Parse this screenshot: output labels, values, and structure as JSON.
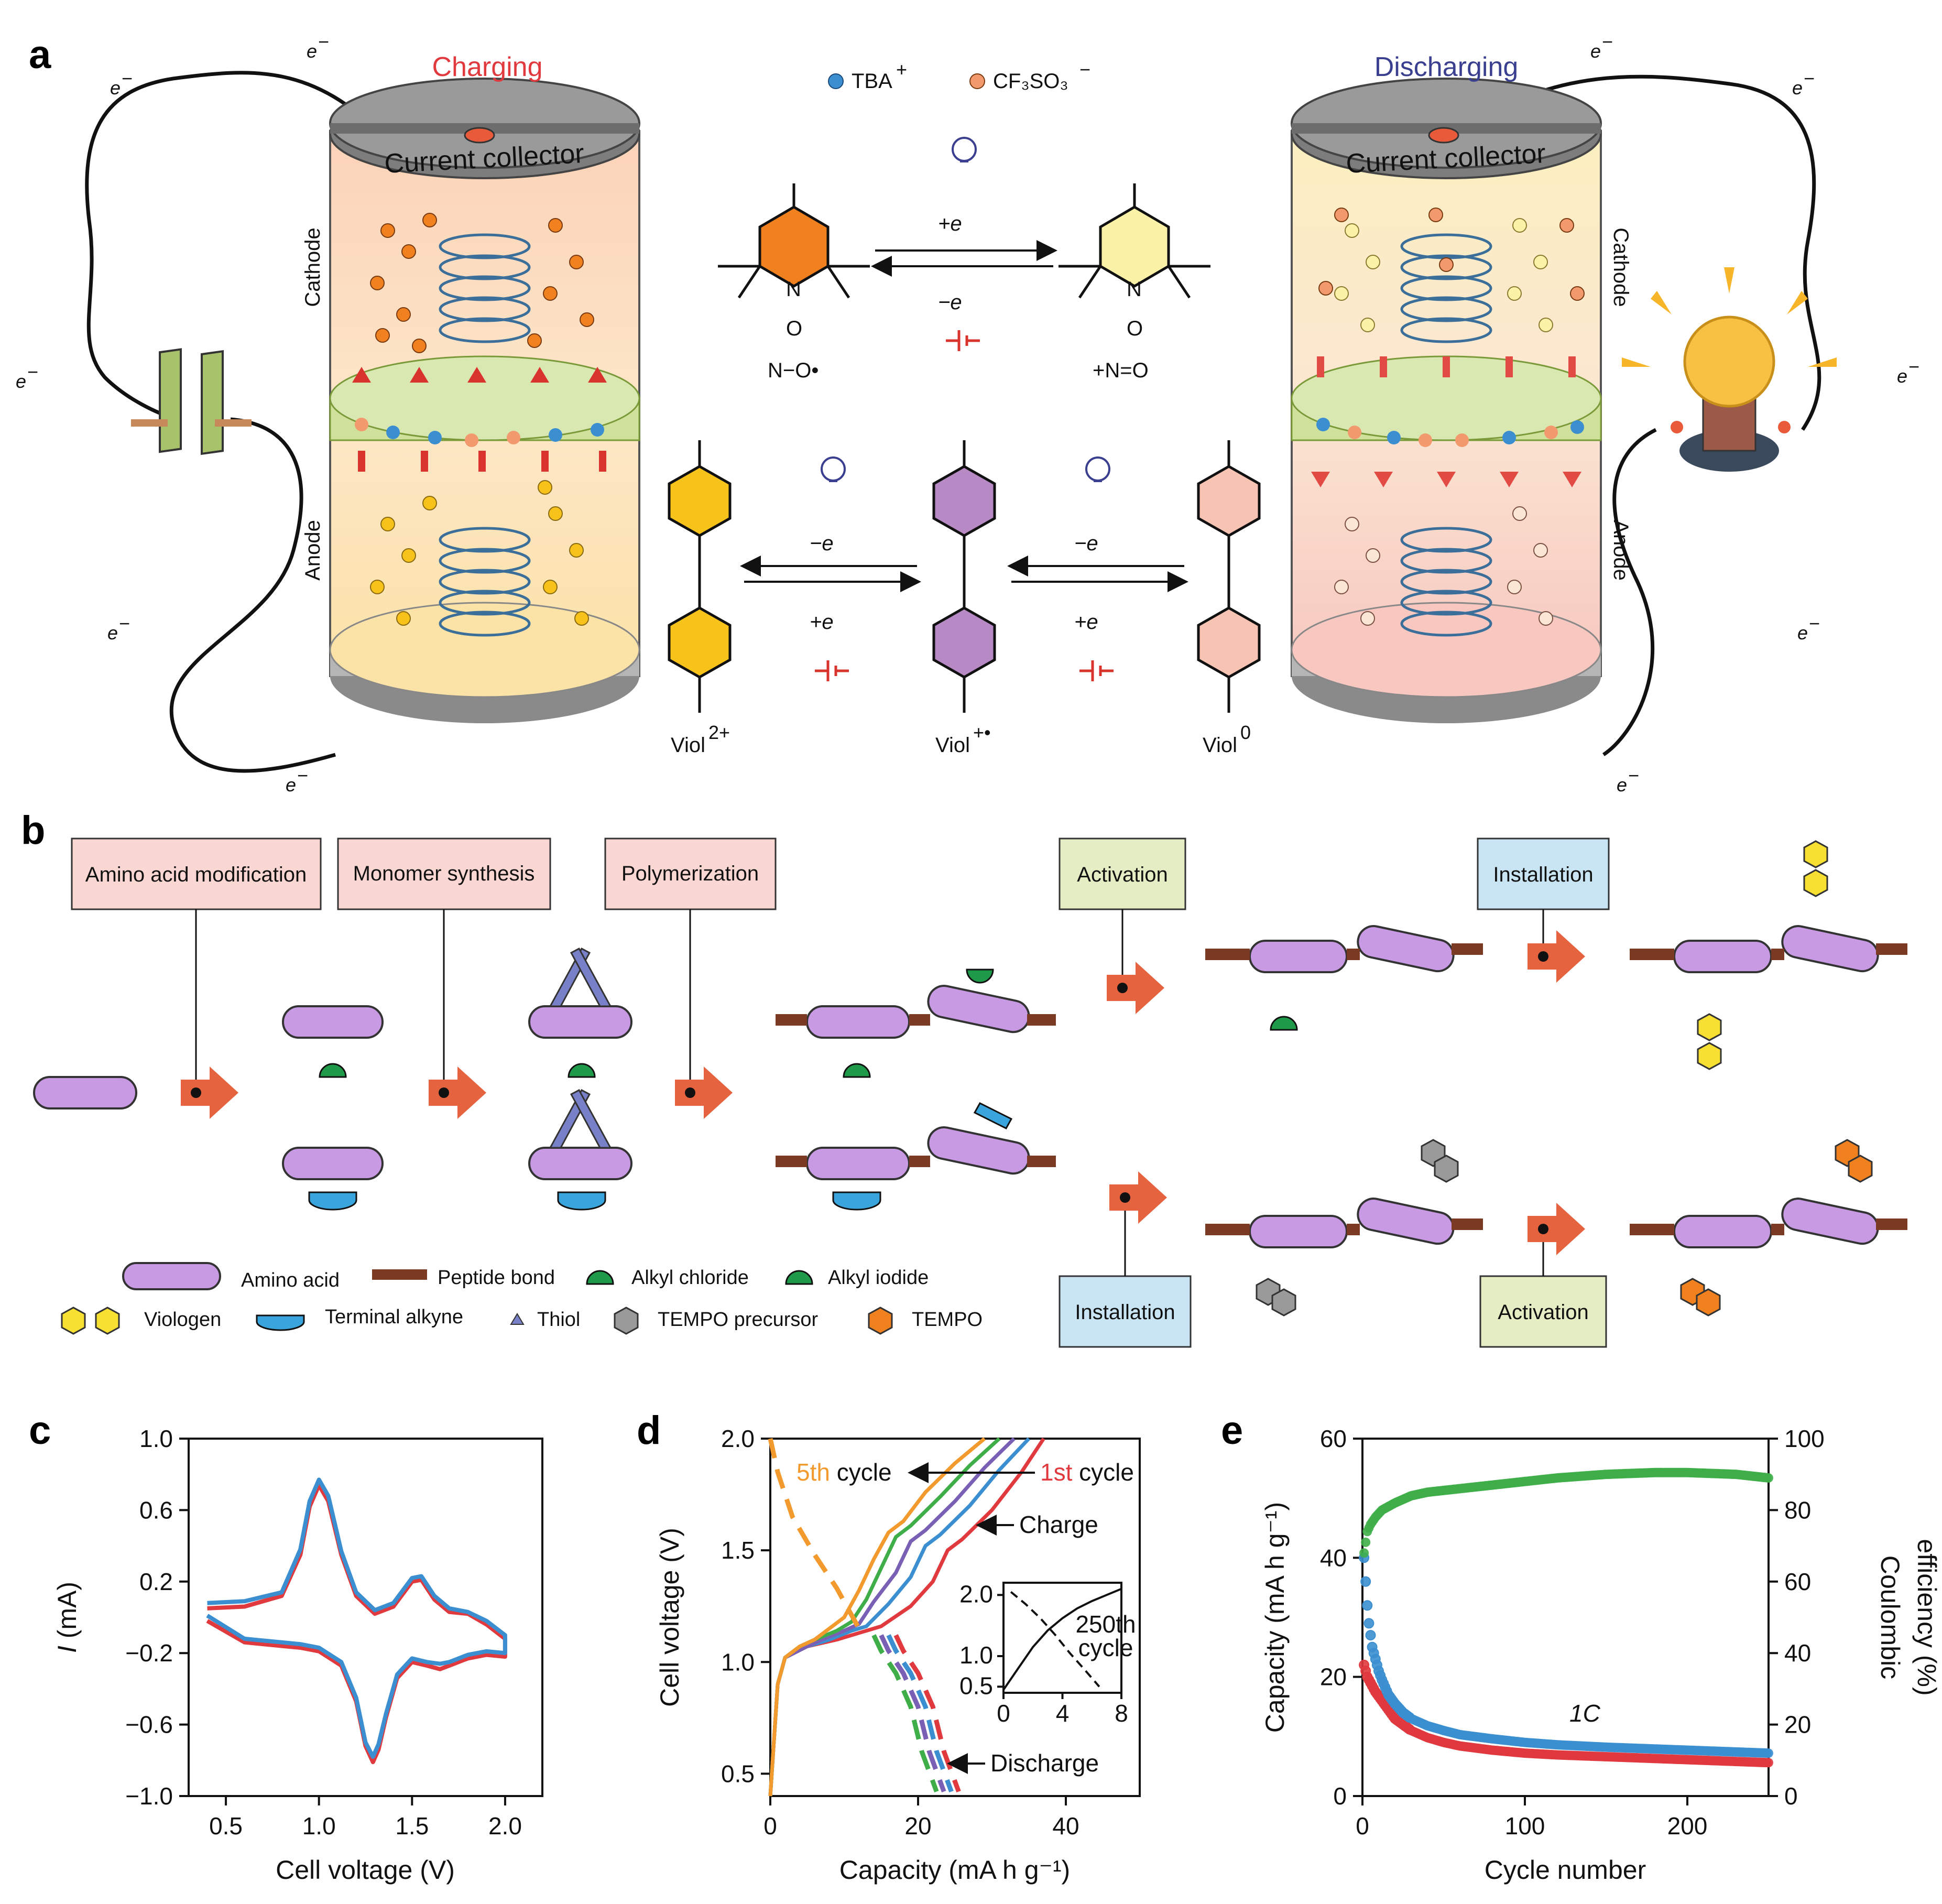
{
  "panel_a": {
    "label": "a",
    "charging_title": "Charging",
    "discharging_title": "Discharging",
    "current_collector": "Current collector",
    "cathode": "Cathode",
    "anode": "Anode",
    "electron": "e",
    "ion_legend": {
      "tba": "TBA",
      "cf3so3": "CF₃SO₃"
    },
    "tempo": {
      "radical_label": "N−O•",
      "oxo_label": "+N=O",
      "plus_e": "+e",
      "minus_e": "−e"
    },
    "viologen": {
      "v2": "Viol",
      "v2_sup": "2+",
      "v1": "Viol",
      "v1_sup": "+•",
      "v0": "Viol",
      "v0_sup": "0",
      "minus_e": "−e",
      "plus_e": "+e"
    },
    "colors": {
      "charging": "#e0393e",
      "discharging": "#3a3f8f",
      "tempo": "#f0811e",
      "viologen": "#f7c21a",
      "viologen_radical": "#b78ac6",
      "viologen_neutral": "#f7c4b4"
    }
  },
  "panel_b": {
    "label": "b",
    "steps": {
      "amino": "Amino acid modification",
      "monomer": "Monomer synthesis",
      "polymer": "Polymerization",
      "activation1": "Activation",
      "installation1": "Installation",
      "installation2": "Installation",
      "activation2": "Activation"
    },
    "legend": {
      "amino_acid": "Amino acid",
      "peptide_bond": "Peptide bond",
      "alkyl_chloride": "Alkyl chloride",
      "alkyl_iodide": "Alkyl iodide",
      "viologen": "Viologen",
      "terminal_alkyne": "Terminal alkyne",
      "thiol": "Thiol",
      "tempo_precursor": "TEMPO precursor",
      "tempo": "TEMPO"
    }
  },
  "panel_c": {
    "label": "c",
    "xlabel": "Cell voltage (V)",
    "ylabel_i": "I",
    "ylabel_unit": " (mA)",
    "xticks": [
      "0.5",
      "1.0",
      "1.5",
      "2.0"
    ],
    "yticks": [
      "−1.0",
      "−0.6",
      "−0.2",
      "0.2",
      "0.6",
      "1.0"
    ]
  },
  "panel_d": {
    "label": "d",
    "xlabel": "Capacity (mA h g⁻¹)",
    "ylabel": "Cell voltage (V)",
    "xticks": [
      "0",
      "20",
      "40"
    ],
    "yticks": [
      "0.5",
      "1.0",
      "1.5",
      "2.0"
    ],
    "ann_5th_a": "5th",
    "ann_5th_b": " cycle",
    "ann_1st_a": "1st",
    "ann_1st_b": " cycle",
    "ann_charge": "Charge",
    "ann_discharge": "Discharge",
    "inset_label_1": "250th",
    "inset_label_2": "cycle",
    "inset_xticks": [
      "0",
      "4",
      "8"
    ],
    "inset_yticks": [
      "0.5",
      "1.0",
      "2.0"
    ]
  },
  "panel_e": {
    "label": "e",
    "xlabel": "Cycle number",
    "ylabel_left": "Capacity (mA h g⁻¹)",
    "ylabel_right_1": "Coulombic",
    "ylabel_right_2": "efficiency (%)",
    "xticks": [
      "0",
      "100",
      "200"
    ],
    "yticks_left": [
      "0",
      "20",
      "40",
      "60"
    ],
    "yticks_right": [
      "0",
      "20",
      "40",
      "60",
      "80",
      "100"
    ],
    "rate_label": "1C"
  },
  "chart_data": [
    {
      "type": "line",
      "panel": "c",
      "xlabel": "Cell voltage (V)",
      "ylabel": "I (mA)",
      "xlim": [
        0.3,
        2.2
      ],
      "ylim": [
        -1.0,
        1.0
      ],
      "series": [
        {
          "color": "#e0393e",
          "x": [
            0.4,
            0.6,
            0.8,
            0.9,
            0.95,
            1.0,
            1.05,
            1.12,
            1.2,
            1.3,
            1.4,
            1.5,
            1.55,
            1.62,
            1.7,
            1.8,
            1.9,
            2.0,
            2.0,
            1.9,
            1.8,
            1.7,
            1.65,
            1.58,
            1.5,
            1.42,
            1.36,
            1.32,
            1.29,
            1.25,
            1.2,
            1.12,
            1.0,
            0.9,
            0.8,
            0.6,
            0.4
          ],
          "y": [
            0.05,
            0.06,
            0.12,
            0.35,
            0.62,
            0.74,
            0.65,
            0.35,
            0.12,
            0.02,
            0.06,
            0.2,
            0.21,
            0.1,
            0.03,
            0.02,
            -0.04,
            -0.12,
            -0.22,
            -0.21,
            -0.23,
            -0.27,
            -0.29,
            -0.27,
            -0.25,
            -0.34,
            -0.56,
            -0.74,
            -0.81,
            -0.72,
            -0.47,
            -0.27,
            -0.19,
            -0.17,
            -0.16,
            -0.14,
            -0.02
          ]
        },
        {
          "color": "#3b8fd0",
          "x": [
            0.4,
            0.6,
            0.8,
            0.9,
            0.95,
            1.0,
            1.05,
            1.12,
            1.2,
            1.3,
            1.4,
            1.5,
            1.55,
            1.62,
            1.7,
            1.8,
            1.9,
            2.0,
            2.0,
            1.9,
            1.8,
            1.7,
            1.65,
            1.58,
            1.5,
            1.42,
            1.36,
            1.32,
            1.29,
            1.25,
            1.2,
            1.12,
            1.0,
            0.9,
            0.8,
            0.6,
            0.4
          ],
          "y": [
            0.08,
            0.09,
            0.14,
            0.38,
            0.65,
            0.77,
            0.68,
            0.37,
            0.14,
            0.04,
            0.08,
            0.22,
            0.23,
            0.12,
            0.05,
            0.03,
            -0.02,
            -0.1,
            -0.2,
            -0.19,
            -0.21,
            -0.25,
            -0.26,
            -0.25,
            -0.23,
            -0.32,
            -0.54,
            -0.71,
            -0.78,
            -0.7,
            -0.45,
            -0.25,
            -0.17,
            -0.15,
            -0.14,
            -0.12,
            0.01
          ]
        }
      ]
    },
    {
      "type": "line",
      "panel": "d",
      "xlabel": "Capacity (mA h g⁻¹)",
      "ylabel": "Cell voltage (V)",
      "xlim": [
        0,
        50
      ],
      "ylim": [
        0.4,
        2.0
      ],
      "series": [
        {
          "color": "#e0393e",
          "charge": {
            "x": [
              0,
              1,
              2,
              5,
              9,
              13,
              15,
              19,
              22,
              24,
              26,
              30,
              34,
              37
            ],
            "y": [
              0.4,
              0.9,
              1.02,
              1.07,
              1.1,
              1.14,
              1.16,
              1.25,
              1.36,
              1.5,
              1.55,
              1.68,
              1.85,
              2.0
            ]
          },
          "discharge": {
            "x": [
              17,
              18,
              20,
              22,
              23.5,
              25.5
            ],
            "y": [
              1.12,
              1.05,
              0.95,
              0.8,
              0.6,
              0.42
            ]
          }
        },
        {
          "color": "#3b8fd0",
          "charge": {
            "x": [
              0,
              1,
              2,
              5,
              8,
              11,
              13,
              16,
              19,
              21,
              23,
              27,
              31,
              35
            ],
            "y": [
              0.4,
              0.9,
              1.02,
              1.07,
              1.1,
              1.14,
              1.16,
              1.26,
              1.38,
              1.52,
              1.57,
              1.7,
              1.86,
              2.0
            ]
          },
          "discharge": {
            "x": [
              16,
              17,
              19,
              21,
              22.5,
              24.5
            ],
            "y": [
              1.12,
              1.05,
              0.95,
              0.8,
              0.6,
              0.42
            ]
          }
        },
        {
          "color": "#7a60b5",
          "charge": {
            "x": [
              0,
              1,
              2,
              5,
              7,
              10,
              12,
              14,
              17,
              19,
              21,
              25,
              29,
              33
            ],
            "y": [
              0.4,
              0.9,
              1.02,
              1.07,
              1.1,
              1.14,
              1.17,
              1.27,
              1.4,
              1.54,
              1.59,
              1.72,
              1.87,
              2.0
            ]
          },
          "discharge": {
            "x": [
              15,
              16,
              18,
              20,
              21.5,
              23.5
            ],
            "y": [
              1.12,
              1.05,
              0.95,
              0.8,
              0.6,
              0.42
            ]
          }
        },
        {
          "color": "#3fae49",
          "charge": {
            "x": [
              0,
              1,
              2,
              4,
              6,
              9,
              11,
              13,
              15,
              17,
              19,
              23,
              27,
              31
            ],
            "y": [
              0.4,
              0.9,
              1.02,
              1.07,
              1.1,
              1.14,
              1.18,
              1.28,
              1.42,
              1.56,
              1.61,
              1.74,
              1.88,
              2.0
            ]
          },
          "discharge": {
            "x": [
              14,
              15,
              17,
              19,
              20.5,
              22.5
            ],
            "y": [
              1.12,
              1.05,
              0.95,
              0.8,
              0.6,
              0.42
            ]
          }
        },
        {
          "color": "#f29a2e",
          "charge": {
            "x": [
              0,
              1,
              2,
              4,
              6,
              8,
              10,
              12,
              14,
              16,
              18,
              21,
              25,
              29
            ],
            "y": [
              0.4,
              0.9,
              1.02,
              1.07,
              1.1,
              1.15,
              1.2,
              1.32,
              1.46,
              1.58,
              1.63,
              1.76,
              1.89,
              2.0
            ]
          },
          "discharge": {
            "x": [
              0,
              1,
              3,
              6,
              9,
              12
            ],
            "y": [
              2.0,
              1.85,
              1.65,
              1.48,
              1.33,
              1.15
            ]
          }
        }
      ],
      "inset": {
        "xlim": [
          0,
          8
        ],
        "ylim": [
          0.4,
          2.2
        ],
        "charge": {
          "x": [
            0,
            1,
            2,
            3,
            4,
            5,
            6,
            7,
            8
          ],
          "y": [
            0.45,
            0.8,
            1.15,
            1.42,
            1.62,
            1.78,
            1.9,
            2.0,
            2.1
          ]
        },
        "discharge": {
          "x": [
            0.5,
            1.5,
            2.5,
            3.5,
            4.5,
            5.5,
            6.5
          ],
          "y": [
            2.05,
            1.85,
            1.62,
            1.35,
            1.05,
            0.78,
            0.5
          ]
        }
      }
    },
    {
      "type": "scatter",
      "panel": "e",
      "xlabel": "Cycle number",
      "ylabel_left": "Capacity (mA h g⁻¹)",
      "ylabel_right": "Coulombic efficiency (%)",
      "xlim": [
        0,
        250
      ],
      "ylim_left": [
        0,
        60
      ],
      "ylim_right": [
        0,
        100
      ],
      "series": [
        {
          "color": "#e0393e",
          "axis": "left",
          "x": [
            1,
            3,
            5,
            8,
            12,
            16,
            20,
            25,
            30,
            40,
            50,
            60,
            80,
            100,
            120,
            150,
            180,
            200,
            230,
            250
          ],
          "y": [
            22,
            20,
            19,
            17.5,
            16,
            14.5,
            13,
            12,
            11,
            9.8,
            9,
            8.4,
            7.7,
            7.2,
            6.9,
            6.6,
            6.3,
            6.1,
            5.8,
            5.6
          ]
        },
        {
          "color": "#3b8fd0",
          "axis": "left",
          "x": [
            1,
            2,
            3,
            4,
            5,
            6,
            8,
            10,
            12,
            16,
            20,
            25,
            30,
            40,
            50,
            60,
            80,
            100,
            120,
            150,
            180,
            200,
            230,
            250
          ],
          "y": [
            40,
            36,
            32,
            29,
            27,
            25,
            23,
            21,
            19.5,
            17,
            15.5,
            14,
            13,
            11.8,
            11,
            10.3,
            9.6,
            9,
            8.6,
            8.2,
            7.9,
            7.7,
            7.4,
            7.2
          ]
        },
        {
          "color": "#3fae49",
          "axis": "right",
          "x": [
            1,
            3,
            5,
            8,
            12,
            16,
            20,
            25,
            30,
            40,
            50,
            60,
            80,
            100,
            120,
            150,
            180,
            200,
            230,
            250
          ],
          "y": [
            68,
            74,
            76,
            78,
            80,
            81,
            82,
            83,
            84,
            85,
            85.5,
            86,
            87,
            88,
            89,
            90,
            90.5,
            90.5,
            90,
            89
          ]
        }
      ]
    }
  ]
}
